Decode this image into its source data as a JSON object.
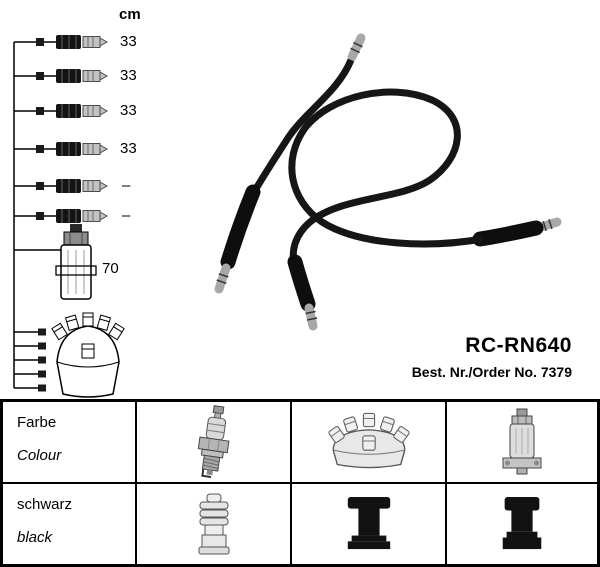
{
  "product": {
    "code": "RC-RN640",
    "order_label": "Best. Nr./Order No.",
    "order_number": "7379"
  },
  "measurements": {
    "unit": "cm",
    "values": [
      "33",
      "33",
      "33",
      "33",
      "–",
      "–"
    ],
    "coil_length": "70"
  },
  "table": {
    "rows": [
      {
        "label_de": "Farbe",
        "label_en": "Colour"
      },
      {
        "label_de": "schwarz",
        "label_en": "black"
      }
    ],
    "icons": {
      "row1": [
        "spark-plug",
        "distributor-cap",
        "ignition-coil"
      ],
      "row2": [
        "spark-plug-connector",
        "distributor-boot",
        "coil-boot"
      ]
    }
  },
  "colors": {
    "background": "#ffffff",
    "line": "#000000",
    "cable": "#141414",
    "metal": "#b5b5b5"
  }
}
